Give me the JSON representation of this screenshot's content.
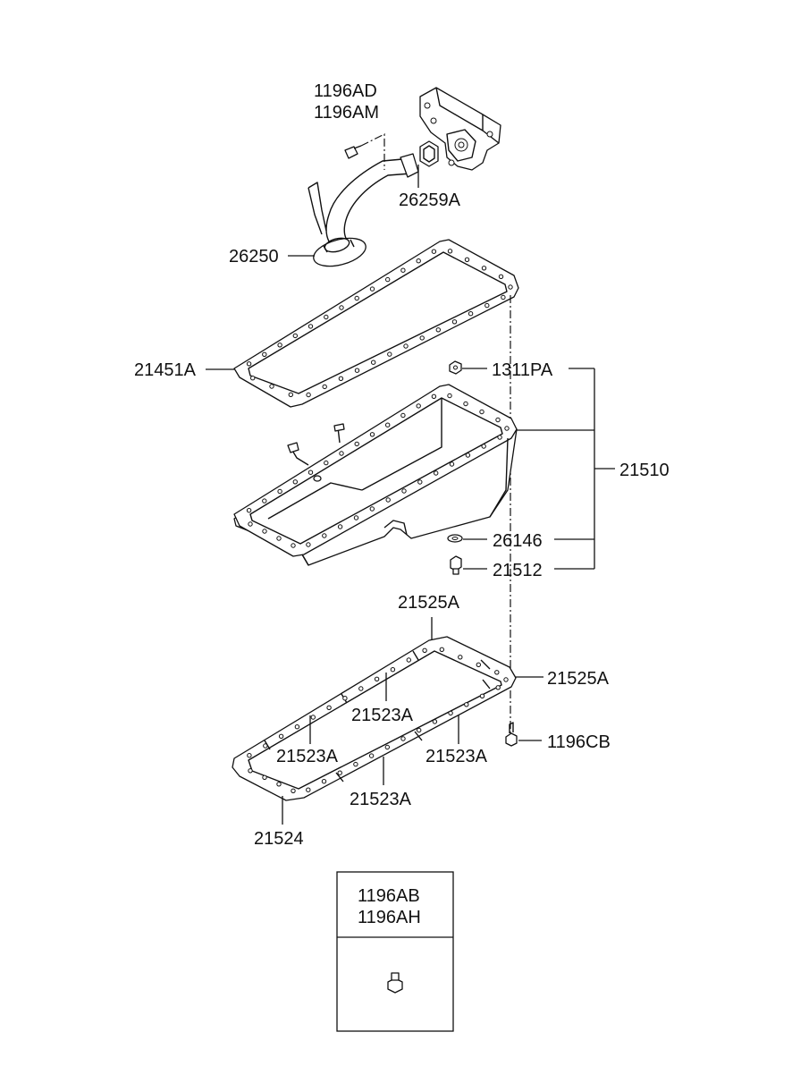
{
  "diagram": {
    "labels": {
      "pump_bolt_1": "1196AD",
      "pump_bolt_2": "1196AM",
      "pump_gasket": "26259A",
      "oil_screen": "26250",
      "upper_gasket": "21451A",
      "nut": "1311PA",
      "oil_pan_assy": "21510",
      "drain_washer": "26146",
      "drain_plug": "21512",
      "gasket_end_top": "21525A",
      "gasket_end_right": "21525A",
      "gasket_side_1": "21523A",
      "gasket_side_2": "21523A",
      "gasket_side_3": "21523A",
      "gasket_side_4": "21523A",
      "lower_gasket": "21524",
      "pan_bolt": "1196CB"
    },
    "inset": {
      "line1": "1196AB",
      "line2": "1196AH"
    }
  }
}
